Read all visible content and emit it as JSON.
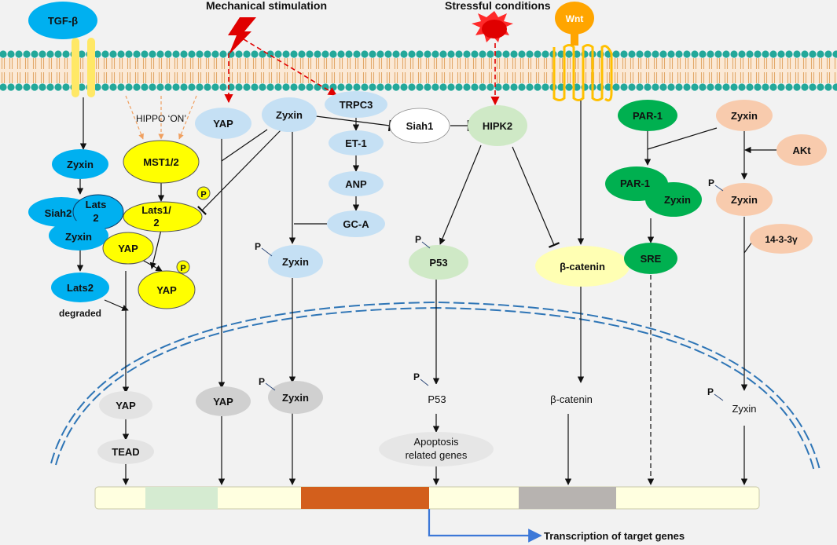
{
  "title_mech": "Mechanical stimulation",
  "title_stress": "Stressful conditions",
  "hippo_on": "HIPPO ‘ON’",
  "degraded": "degraded",
  "p": "P",
  "transcription": "Transcription of target genes",
  "nodes": {
    "tgfb": "TGF-β",
    "wnt": "Wnt",
    "zyxin": "Zyxin",
    "siah2": "Siah2",
    "lats2_a": "Lats",
    "lats2_b": "2",
    "lats2": "Lats2",
    "mst12": "MST1/2",
    "lats12_a": "Lats1/",
    "lats12_b": "2",
    "yap": "YAP",
    "trpc3": "TRPC3",
    "et1": "ET-1",
    "anp": "ANP",
    "gca": "GC-A",
    "siah1": "Siah1",
    "hipk2": "HIPK2",
    "p53": "P53",
    "bcatenin": "β-catenin",
    "par1": "PAR-1",
    "akt": "AKt",
    "g1433": "14-3-3γ",
    "sre": "SRE",
    "tead": "TEAD",
    "apop_a": "Apoptosis",
    "apop_b": "related genes"
  },
  "colors": {
    "blue": "#00b0f0",
    "yellow": "#ffff00",
    "light_blue": "#c5e0f4",
    "light_green": "#cfe9c6",
    "pale_yellow": "#ffffb3",
    "green": "#00b050",
    "peach": "#f8cbad",
    "grey": "#d9d9d9",
    "membrane": "#23a89a",
    "dna_base": "#ffffe0",
    "dna_green": "#d5ebd1",
    "dna_orange": "#d35f1c",
    "dna_grey": "#b7b3b0",
    "red": "#e00000",
    "arrow_blue": "#3c78d8"
  }
}
